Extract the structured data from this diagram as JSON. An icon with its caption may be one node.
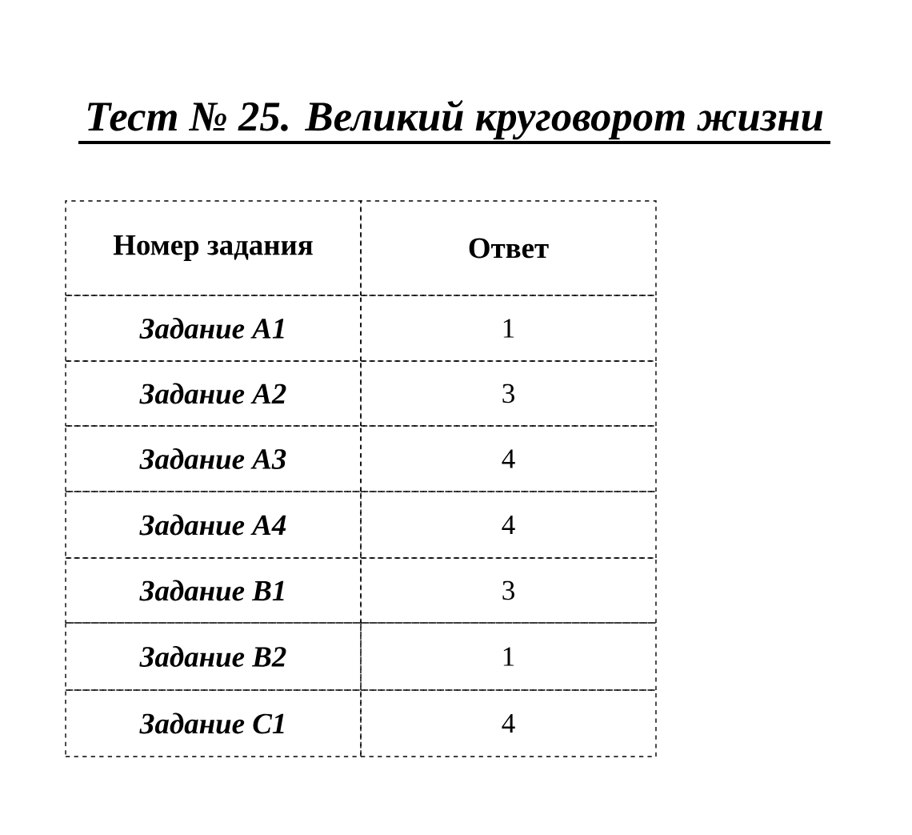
{
  "diagram": {
    "title": "Тест № 25. Великий круговорот жизни",
    "labels": [
      "Номер задания",
      "Ответ",
      "Задание А1",
      "1",
      "Задание А2",
      "3",
      "Задание А3",
      "4",
      "Задание А4",
      "4",
      "Задание В1",
      "3",
      "Задание В2",
      "1",
      "Задание С1",
      "4"
    ]
  }
}
